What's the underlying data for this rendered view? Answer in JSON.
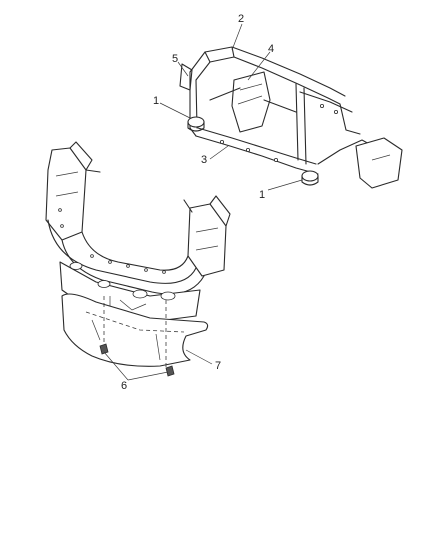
{
  "callouts": [
    {
      "id": "c1a",
      "label": "1"
    },
    {
      "id": "c2",
      "label": "2"
    },
    {
      "id": "c3",
      "label": "3"
    },
    {
      "id": "c4",
      "label": "4"
    },
    {
      "id": "c5",
      "label": "5"
    },
    {
      "id": "c1b",
      "label": "1"
    },
    {
      "id": "c6",
      "label": "6"
    },
    {
      "id": "c7",
      "label": "7"
    }
  ]
}
